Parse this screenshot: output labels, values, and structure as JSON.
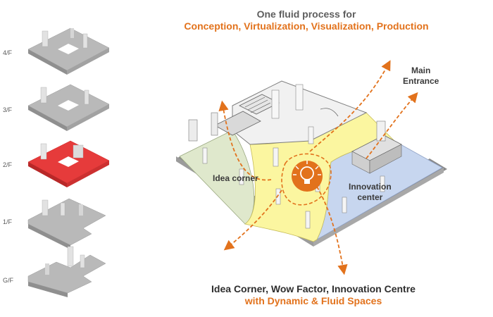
{
  "heading": {
    "line1": "One fluid process for",
    "line2": "Conception, Virtualization, Visualization, Production"
  },
  "footer": {
    "line1": "Idea Corner, Wow Factor, Innovation Centre",
    "line2": "with Dynamic & Fluid Spaces"
  },
  "floors": [
    {
      "label": "4/F",
      "highlighted": false
    },
    {
      "label": "3/F",
      "highlighted": false
    },
    {
      "label": "2/F",
      "highlighted": true
    },
    {
      "label": "1/F",
      "highlighted": false
    },
    {
      "label": "G/F",
      "highlighted": false
    }
  ],
  "zones": {
    "idea_corner": "Idea corner",
    "innovation_center_line1": "Innovation",
    "innovation_center_line2": "center",
    "main_entrance_line1": "Main",
    "main_entrance_line2": "Entrance"
  },
  "colors": {
    "accent_orange": "#e2721c",
    "highlight_red": "#e63b3b",
    "idea_zone_green": "#dfe8cc",
    "wow_zone_yellow": "#fbf6a0",
    "innovation_zone_blue": "#c7d6ef",
    "floor_gray": "#b5b5b5"
  },
  "icons": {
    "center": "lightbulb-icon"
  }
}
